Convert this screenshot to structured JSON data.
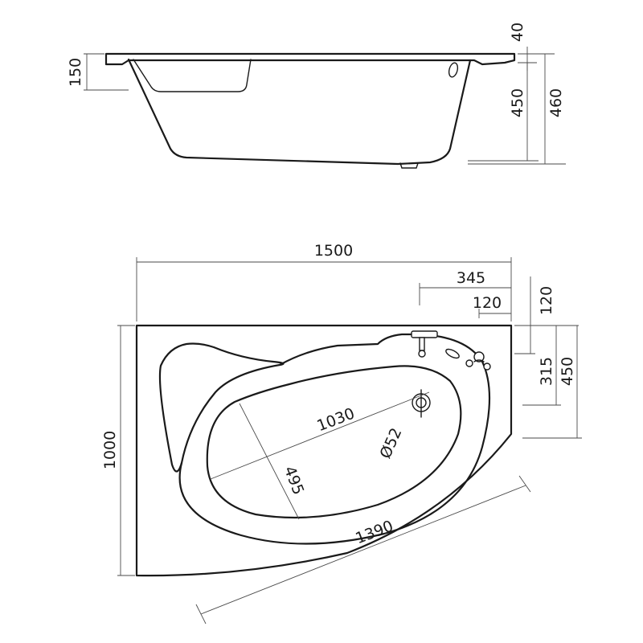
{
  "diagram": {
    "colors": {
      "line": "#1a1a1a",
      "dimension": "#4a4a4a",
      "background": "#ffffff"
    },
    "side_view": {
      "dimensions": {
        "rim_depth": "150",
        "rim_thickness": "40",
        "inner_depth": "450",
        "total_height": "460"
      }
    },
    "top_view": {
      "dimensions": {
        "overall_length": "1500",
        "overall_width": "1000",
        "diagonal_front": "1390",
        "faucet_offset_far": "345",
        "faucet_offset_near": "120",
        "right_side_top": "120",
        "right_side_mid": "315",
        "right_side_depth": "450",
        "basin_length": "1030",
        "basin_width": "495",
        "drain_diameter": "Ø52"
      }
    }
  }
}
